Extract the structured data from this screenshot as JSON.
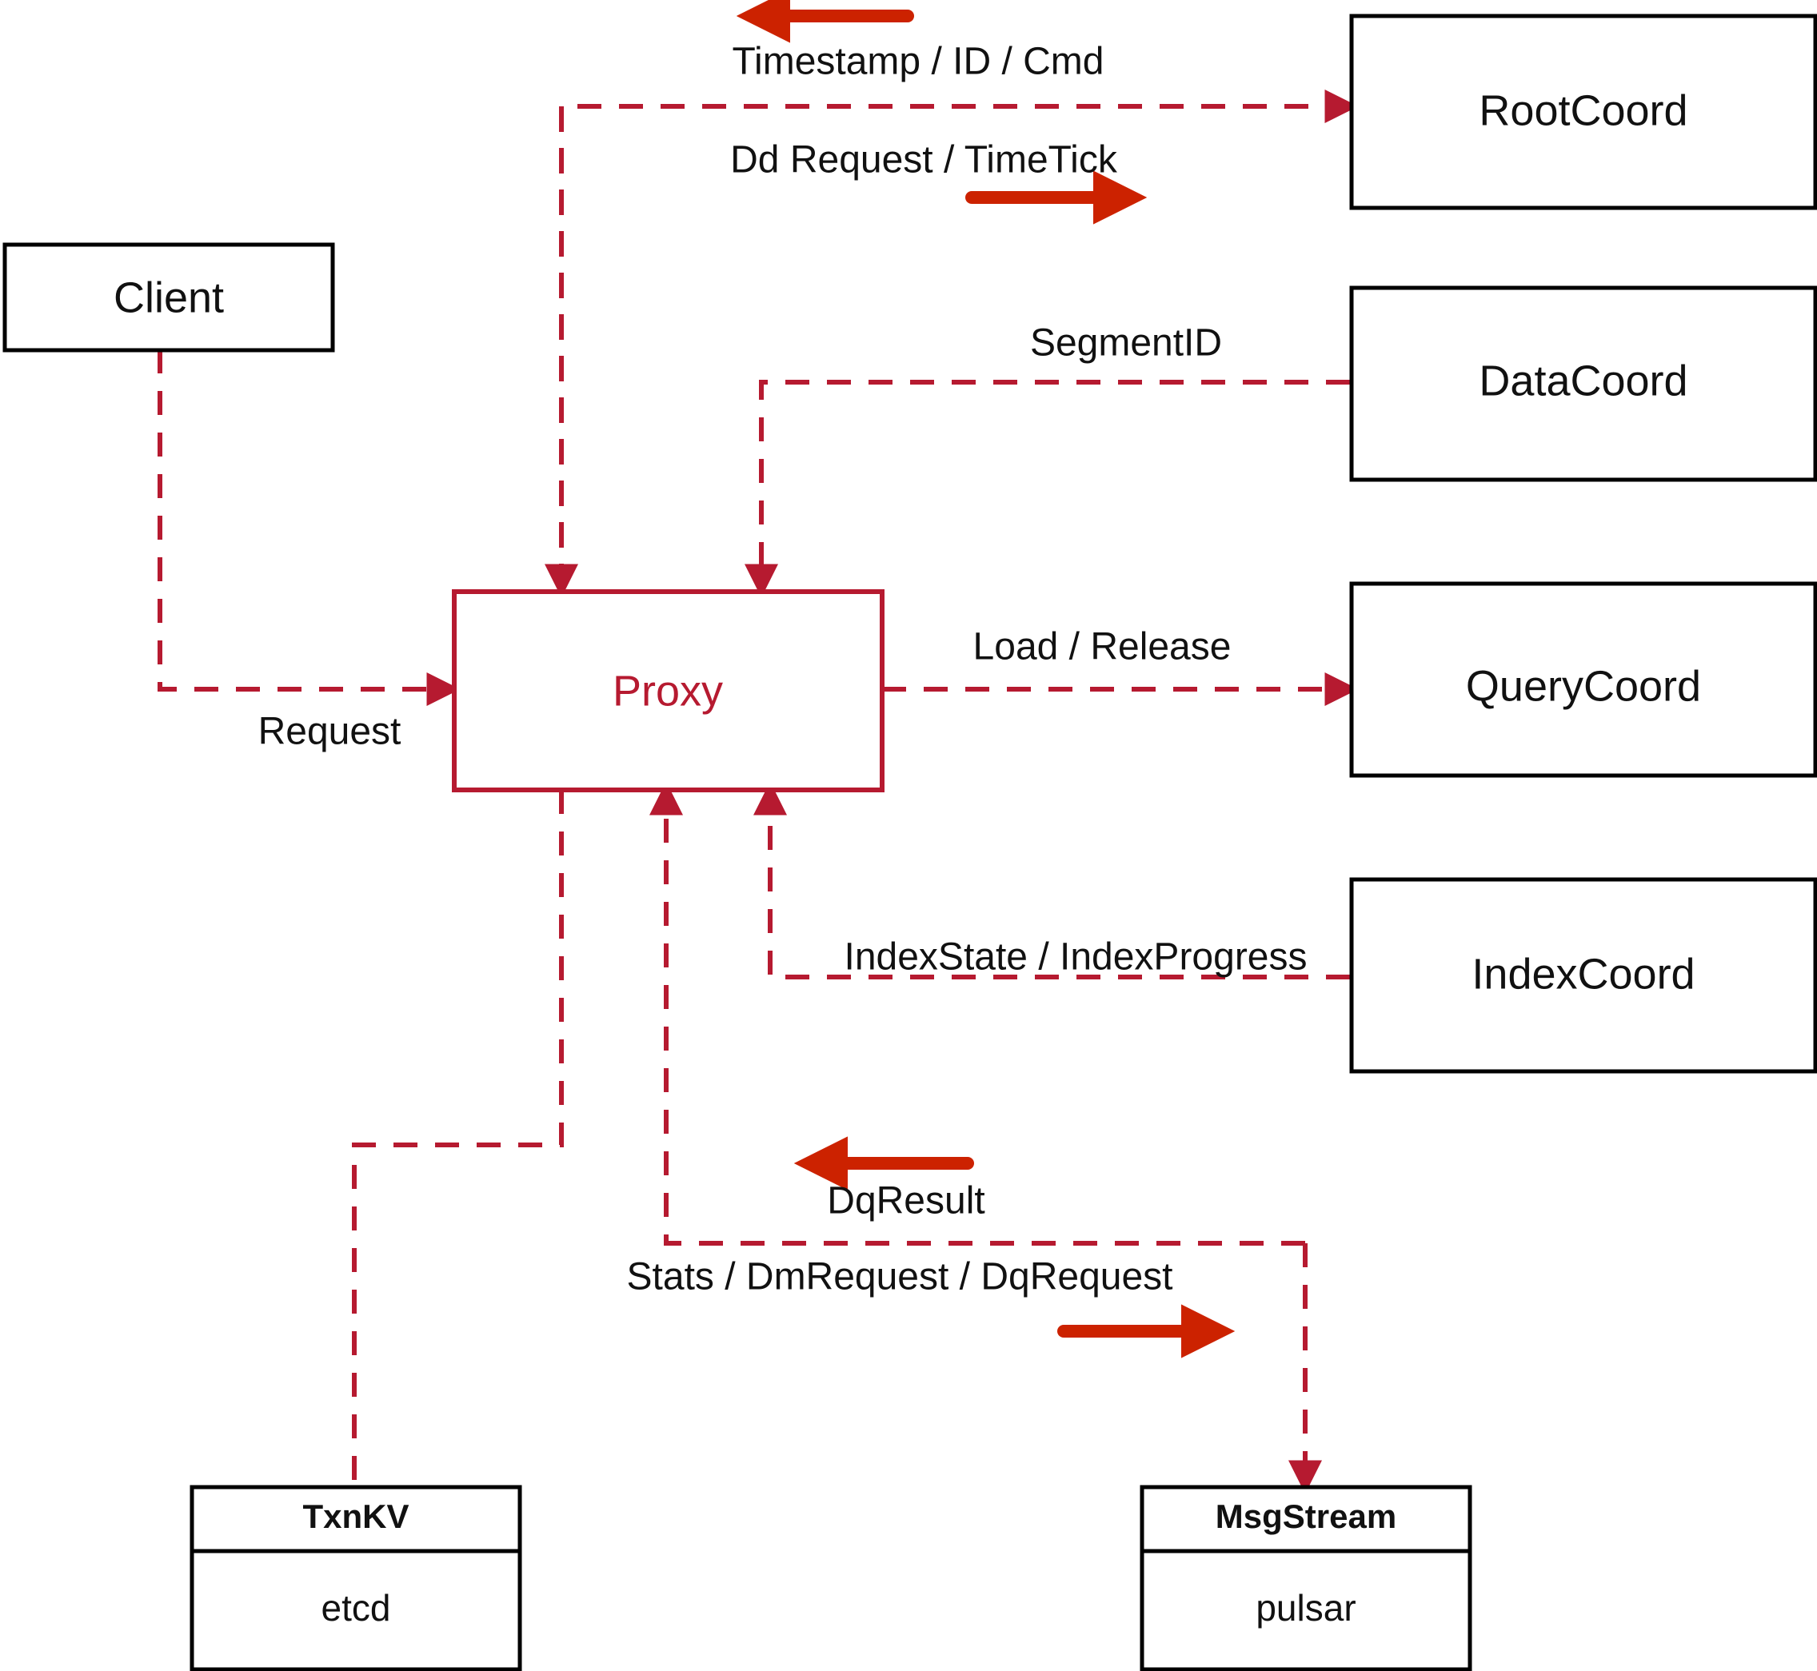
{
  "diagram": {
    "title": "Proxy component interaction diagram",
    "colors": {
      "accent": "#b61a30",
      "solid_arrow": "#cc2200",
      "node_border": "#000000",
      "background": "#ffffff",
      "text": "#111111"
    },
    "nodes": {
      "client": {
        "label": "Client"
      },
      "proxy": {
        "label": "Proxy"
      },
      "root_coord": {
        "label": "RootCoord"
      },
      "data_coord": {
        "label": "DataCoord"
      },
      "query_coord": {
        "label": "QueryCoord"
      },
      "index_coord": {
        "label": "IndexCoord"
      },
      "txnkv": {
        "title": "TxnKV",
        "body": "etcd"
      },
      "msgstream": {
        "title": "MsgStream",
        "body": "pulsar"
      }
    },
    "edge_labels": {
      "timestamp_id_cmd": "Timestamp / ID / Cmd",
      "dd_request_timetick": "Dd Request / TimeTick",
      "segment_id": "SegmentID",
      "request": "Request",
      "load_release": "Load / Release",
      "index_state_progress": "IndexState / IndexProgress",
      "dq_result": "DqResult",
      "stats_dm_dq_request": "Stats / DmRequest / DqRequest"
    }
  }
}
